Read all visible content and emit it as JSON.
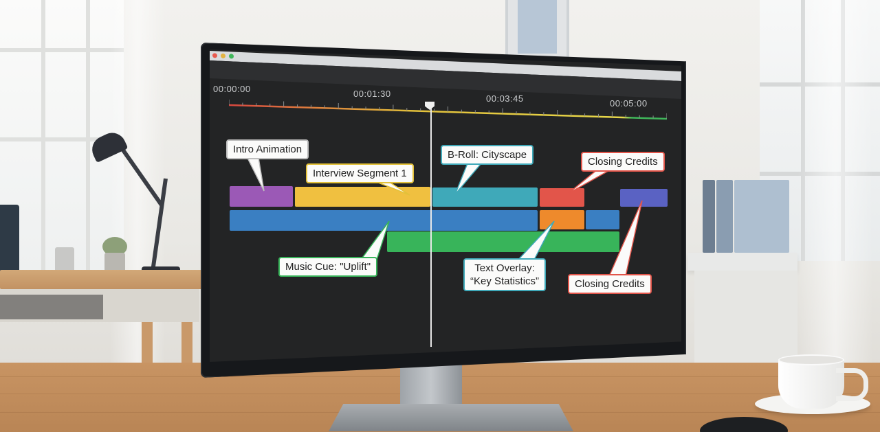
{
  "timeline": {
    "timecodes": [
      "00:00:00",
      "00:01:30",
      "00:03:45",
      "00:05:00"
    ],
    "ruler_colors": [
      "#d9473f",
      "#e3c13a",
      "#e7d84a",
      "#3fb65a"
    ]
  },
  "clips": {
    "intro_animation": {
      "color": "#9b59b6"
    },
    "interview_segment": {
      "color": "#f0c040"
    },
    "broll_cityscape": {
      "color": "#3fa9b9"
    },
    "closing_credits_red": {
      "color": "#e2554a"
    },
    "closing_credits_blue": {
      "color": "#5a62c3"
    },
    "music_cue": {
      "color": "#3a7fc2"
    },
    "text_overlay_orange": {
      "color": "#ee8a2c"
    },
    "text_overlay_green": {
      "color": "#38b45a"
    },
    "music_tail": {
      "color": "#3a7fc2"
    }
  },
  "callouts": {
    "intro_animation": "Intro Animation",
    "interview_segment": "Interview Segment 1",
    "broll": "B-Roll: Cityscape",
    "closing_credits_top": "Closing Credits",
    "music_cue": "Music Cue: \"Uplift\"",
    "text_overlay_line1": "Text Overlay:",
    "text_overlay_line2": "“Key Statistics”",
    "closing_credits_bottom": "Closing Credits"
  },
  "callout_borders": {
    "white": "#bdbdbd",
    "yellow": "#e3c13a",
    "teal": "#3fa9b9",
    "red": "#e2554a",
    "green": "#38b45a"
  }
}
